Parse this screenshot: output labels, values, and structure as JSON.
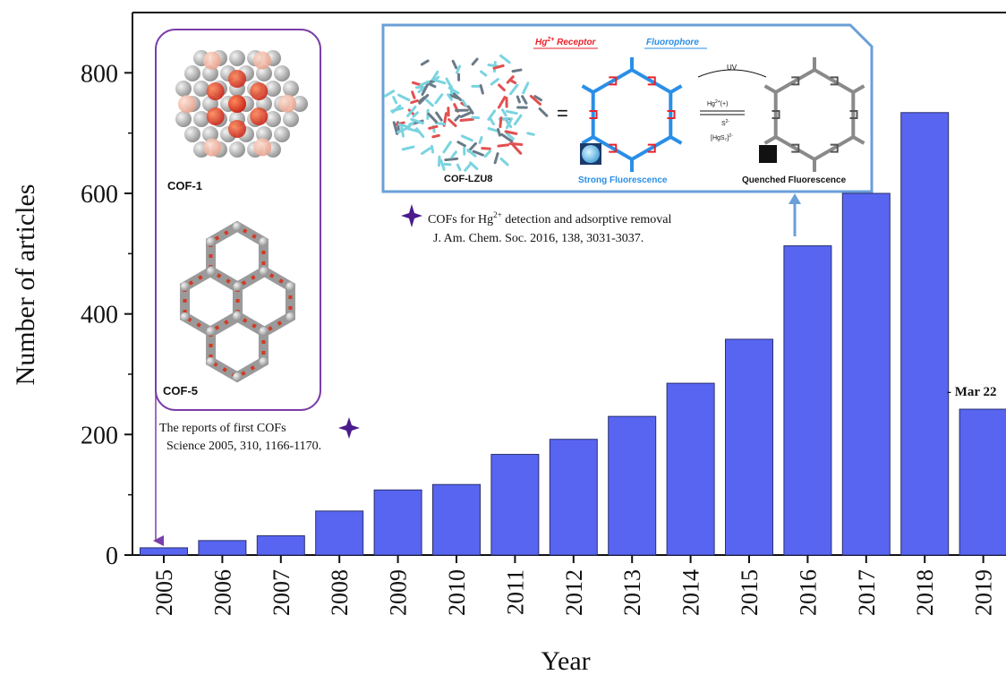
{
  "chart_data": {
    "type": "bar",
    "categories": [
      "2005",
      "2006",
      "2007",
      "2008",
      "2009",
      "2010",
      "2011",
      "2012",
      "2013",
      "2014",
      "2015",
      "2016",
      "2017",
      "2018",
      "2019"
    ],
    "values": [
      12,
      24,
      32,
      73,
      108,
      117,
      167,
      192,
      230,
      285,
      358,
      513,
      600,
      734,
      242
    ],
    "xlabel": "Year",
    "ylabel": "Number of articles",
    "ylim": [
      0,
      900
    ],
    "yticks": [
      0,
      200,
      400,
      600,
      800
    ],
    "bar_color": "#5865f0",
    "grid": false,
    "bar_annotation": {
      "category": "2019",
      "text": "- Mar 22"
    }
  },
  "annotations": {
    "first_cofs": {
      "line1": "The reports of first COFs",
      "line2": "Science 2005, 310, 1166-1170.",
      "labels": [
        "COF-1",
        "COF-5"
      ]
    },
    "hg_cofs": {
      "line1_pre": "COFs for  Hg",
      "line1_sup": "2+",
      "line1_post": " detection and adsorptive removal",
      "line2": "J. Am. Chem. Soc. 2016, 138, 3031-3037."
    },
    "scheme": {
      "receptor_pre": "Hg",
      "receptor_sup": "2+",
      "receptor_post": " Receptor",
      "fluorophore": "Fluorophore",
      "cof_name": "COF-LZU8",
      "equals": "=",
      "uv": "UV",
      "hg_ion_pre": "Hg",
      "hg_ion_sup": "2+",
      "hg_ion_post": "(+)",
      "sulfide_pre": "S",
      "sulfide_sup": "2-",
      "complex": "[HgS₂]",
      "complex_sup": "2-",
      "strong": "Strong Fluorescence",
      "quenched": "Quenched Fluorescence"
    },
    "colors": {
      "scheme_border": "#6a9fd8",
      "receptor_red": "#e8232a",
      "fluorophore_blue": "#2a8fe6",
      "grey_ring": "#8a8a8a",
      "purple": "#7a3ea8",
      "star_purple": "#4b1c8c"
    }
  }
}
